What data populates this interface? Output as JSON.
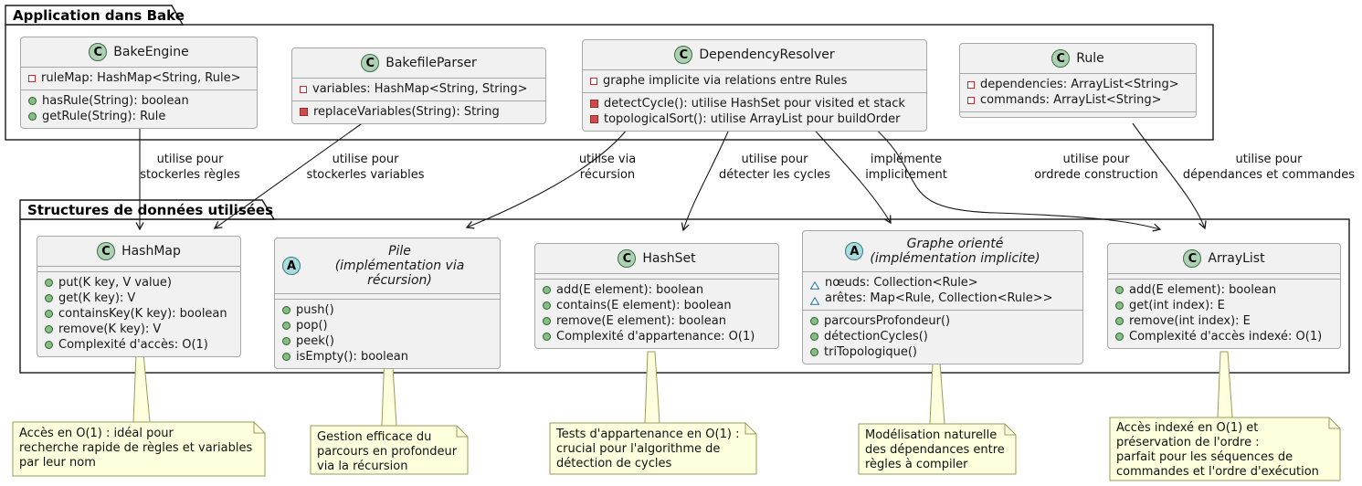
{
  "diagram_type": "uml-class-diagram",
  "packages": [
    {
      "title": "Application dans Bake"
    },
    {
      "title": "Structures de données utilisées"
    }
  ],
  "classes": [
    {
      "stereo": "C",
      "name": "BakeEngine",
      "fields": [
        "ruleMap: HashMap<String, Rule>"
      ],
      "methods": [
        "hasRule(String): boolean",
        "getRule(String): Rule"
      ]
    },
    {
      "stereo": "C",
      "name": "BakefileParser",
      "fields": [
        "variables: HashMap<String, String>"
      ],
      "methods": [
        "replaceVariables(String): String"
      ]
    },
    {
      "stereo": "C",
      "name": "DependencyResolver",
      "fields": [
        "graphe implicite via relations entre Rules"
      ],
      "methods": [
        "detectCycle(): utilise HashSet pour visited et stack",
        "topologicalSort(): utilise ArrayList pour buildOrder"
      ]
    },
    {
      "stereo": "C",
      "name": "Rule",
      "fields": [
        "dependencies: ArrayList<String>",
        "commands: ArrayList<String>"
      ],
      "methods": []
    },
    {
      "stereo": "C",
      "name": "HashMap",
      "fields": [],
      "methods": [
        "put(K key, V value)",
        "get(K key): V",
        "containsKey(K key): boolean",
        "remove(K key): V",
        "Complexité d'accès: O(1)"
      ]
    },
    {
      "stereo": "A",
      "name_lines": [
        "Pile",
        "(implémentation via récursion)"
      ],
      "fields": [],
      "methods": [
        "push()",
        "pop()",
        "peek()",
        "isEmpty(): boolean"
      ]
    },
    {
      "stereo": "C",
      "name": "HashSet",
      "fields": [],
      "methods": [
        "add(E element): boolean",
        "contains(E element): boolean",
        "remove(E element): boolean",
        "Complexité d'appartenance: O(1)"
      ]
    },
    {
      "stereo": "A",
      "name_lines": [
        "Graphe orienté",
        "(implémentation implicite)"
      ],
      "fields": [
        "nœuds: Collection<Rule>",
        "arêtes: Map<Rule, Collection<Rule>>"
      ],
      "methods": [
        "parcoursProfondeur()",
        "détectionCycles()",
        "triTopologique()"
      ]
    },
    {
      "stereo": "C",
      "name": "ArrayList",
      "fields": [],
      "methods": [
        "add(E element): boolean",
        "get(int index): E",
        "remove(int index): E",
        "Complexité d'accès indexé: O(1)"
      ]
    }
  ],
  "edge_labels": [
    {
      "from": "BakeEngine",
      "to": "HashMap",
      "lines": [
        "utilise pour",
        "stockerles règles"
      ]
    },
    {
      "from": "BakefileParser",
      "to": "HashMap",
      "lines": [
        "utilise pour",
        "stockerles variables"
      ]
    },
    {
      "from": "DependencyResolver",
      "to": "Pile",
      "lines": [
        "utilise via",
        "récursion"
      ]
    },
    {
      "from": "DependencyResolver",
      "to": "HashSet",
      "lines": [
        "utilise pour",
        "détecter les cycles"
      ]
    },
    {
      "from": "DependencyResolver",
      "to": "Graphe orienté",
      "lines": [
        "implémente",
        "implicitement"
      ]
    },
    {
      "from": "DependencyResolver",
      "to": "ArrayList",
      "lines": [
        "utilise pour",
        "ordrede construction"
      ]
    },
    {
      "from": "Rule",
      "to": "ArrayList",
      "lines": [
        "utilise pour",
        "dépendances et commandes"
      ]
    }
  ],
  "notes": [
    {
      "attached_to": "HashMap",
      "lines": [
        "Accès en O(1) : idéal pour",
        "recherche rapide de règles et variables",
        "par leur nom"
      ]
    },
    {
      "attached_to": "Pile",
      "lines": [
        "Gestion efficace du",
        "parcours en profondeur",
        "via la récursion"
      ]
    },
    {
      "attached_to": "HashSet",
      "lines": [
        "Tests d'appartenance en O(1) :",
        "crucial pour l'algorithme de",
        "détection de cycles"
      ]
    },
    {
      "attached_to": "Graphe orienté",
      "lines": [
        "Modélisation naturelle",
        "des dépendances entre",
        "règles à compiler"
      ]
    },
    {
      "attached_to": "ArrayList",
      "lines": [
        "Accès indexé en O(1) et",
        "préservation de l'ordre :",
        "parfait pour les séquences de",
        "commandes et l'ordre d'exécution"
      ]
    }
  ],
  "colors": {
    "class_fill": "#F1F1F1",
    "class_border": "#A7A7A7",
    "package_border": "#181818",
    "note_fill": "#FEFFDD",
    "note_border": "#9B9B5E",
    "class_circle": "#ADD1B2",
    "abstract_circle": "#A9DCDF",
    "public_green": "#84BE84",
    "private_red": "#C82930",
    "package_blue": "#1C6FB0",
    "arrow": "#181818"
  },
  "icons": {
    "class_stereotype": "green-C-circle",
    "abstract_stereotype": "cyan-A-circle",
    "public_method": "green-filled-circle",
    "private_method": "red-filled-square",
    "private_field": "red-outlined-square",
    "package_field": "blue-outlined-triangle",
    "note_fold": "folded-corner"
  }
}
